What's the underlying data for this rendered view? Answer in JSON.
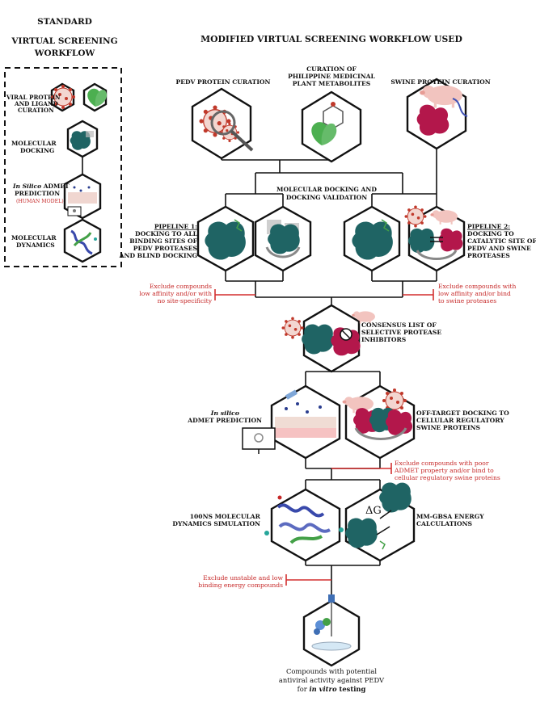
{
  "left_panel": {
    "title_lines": [
      "STANDARD",
      "VIRTUAL SCREENING",
      "WORKFLOW"
    ],
    "steps": {
      "step1": [
        "VIRAL PROTEIN",
        "AND LIGAND",
        "CURATION"
      ],
      "step2": [
        "MOLECULAR",
        "DOCKING"
      ],
      "step3_italic": "In Silico",
      "step3_rest": " ADMET",
      "step3_line2": "PREDICTION",
      "step3_note": "(HUMAN MODEL)",
      "step4": [
        "MOLECULAR",
        "DYNAMICS"
      ]
    }
  },
  "main": {
    "title": "MODIFIED VIRTUAL SCREENING WORKFLOW USED",
    "pedv_curation": "PEDV PROTEIN  CURATION",
    "plant_curation": [
      "CURATION OF",
      "PHILIPPINE MEDICINAL",
      "PLANT METABOLITES"
    ],
    "swine_curation": "SWINE PROTEIN  CURATION",
    "docking_validation": [
      "MOLECULAR DOCKING AND",
      "DOCKING VALIDATION"
    ],
    "pipeline1": {
      "title": "PIPELINE 1:",
      "lines": [
        "DOCKING TO ALL",
        "BINDING SITES OF",
        "PEDV PROTEASES",
        "AND BLIND DOCKING"
      ]
    },
    "pipeline2": {
      "title": "PIPELINE 2:",
      "lines": [
        "DOCKING TO",
        "CATALYTIC SITE OF",
        "PEDV AND SWINE",
        "PROTEASES"
      ]
    },
    "exclude_left": [
      "Exclude compounds",
      "low affinity and/or with",
      "no site-specificity"
    ],
    "exclude_right": [
      "Exclude compounds with",
      "low affinity and/or bind",
      "to swine proteases"
    ],
    "consensus": [
      "CONSENSUS LIST OF",
      "SELECTIVE PROTEASE",
      "INHIBITORS"
    ],
    "admet_italic": "In silico",
    "admet": "ADMET PREDICTION",
    "offtarget": [
      "OFF-TARGET DOCKING TO",
      "CELLULAR REGULATORY",
      "SWINE PROTEINS"
    ],
    "exclude_admet": [
      "Exclude compounds  with poor",
      "ADMET property and/or bind to",
      "cellular regulatory swine proteins"
    ],
    "md": [
      "100NS MOLECULAR",
      "DYNAMICS SIMULATION"
    ],
    "mmgbsa": [
      "MM-GBSA ENERGY",
      "CALCULATIONS"
    ],
    "delta_g": "ΔG",
    "exclude_energy": [
      "Exclude unstable and low",
      "binding energy compounds"
    ],
    "final": {
      "line1": "Compounds with potential",
      "line2": "antiviral activity against PEDV",
      "line3_prefix": "for ",
      "line3_italic": "in vitro",
      "line3_suffix": " testing"
    }
  },
  "colors": {
    "protease_teal": "#1f6464",
    "swine_red": "#b3174b",
    "virus_red": "#c0392b",
    "leaf_green": "#4caf50",
    "pig_pink": "#f2c4bf",
    "exclusion_red": "#d32f2f"
  }
}
